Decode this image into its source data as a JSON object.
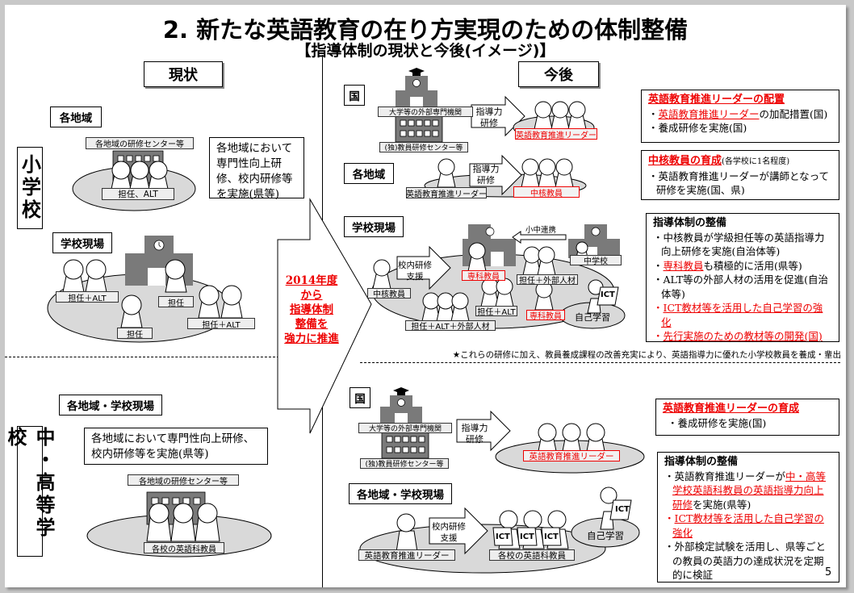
{
  "title": "2. 新たな英語教育の在り方実現のための体制整備",
  "subtitle": "【指導体制の現状と今後(イメージ)】",
  "current_header": "現状",
  "future_header": "今後",
  "elementary_label": "小学校",
  "secondary_label": "中・高等学校",
  "center_arrow": {
    "lines": [
      "2014年度",
      "から",
      "指導体制",
      "整備を",
      "強力に推進"
    ]
  },
  "current": {
    "elementary": {
      "region_label": "各地域",
      "center_tag": "各地域の研修センター等",
      "teachers_tag": "担任、ALT",
      "note": "各地域において専門性向上研修、校内研修等を実施(県等)",
      "school_label": "学校現場",
      "school_tags": [
        "担任＋ALT",
        "担任",
        "担任",
        "担任＋ALT"
      ]
    },
    "secondary": {
      "region_label": "各地域・学校現場",
      "note": "各地域において専門性向上研修、校内研修等を実施(県等)",
      "center_tag": "各地域の研修センター等",
      "teachers_tag": "各校の英語科教員"
    }
  },
  "future": {
    "elementary": {
      "national_label": "国",
      "univ_tag": "大学等の外部専門機関",
      "center_tag": "(独)教員研修センター等",
      "training_arrow": [
        "指導力",
        "研修"
      ],
      "leader_tag": "英語教育推進リーダー",
      "region_label": "各地域",
      "region_leader_tag": "英語教育推進リーダー",
      "core_tag": "中核教員",
      "school_label": "学校現場",
      "link_label": "小中連携",
      "jhs_tag": "中学校",
      "support_arrow": [
        "校内研修",
        "支援"
      ],
      "core_teacher_tag": "中核教員",
      "specialist_tag": "専科教員",
      "homeroom_external_tag": "担任＋外部人材",
      "homeroom_alt_tag": "担任＋ALT",
      "specialist_tag_2": "専科教員",
      "all_tag": "担任＋ALT＋外部人材",
      "ict_label": "ICT",
      "self_study": "自己学習"
    },
    "secondary": {
      "national_label": "国",
      "univ_tag": "大学等の外部専門機関",
      "center_tag": "(独)教員研修センター等",
      "training_arrow": [
        "指導力",
        "研修"
      ],
      "leader_tag": "英語教育推進リーダー",
      "region_label": "各地域・学校現場",
      "support_arrow": [
        "校内研修",
        "支援"
      ],
      "region_leader_tag": "英語教育推進リーダー",
      "teachers_tag": "各校の英語科教員",
      "ict_labels": [
        "ICT",
        "ICT",
        "ICT",
        "ICT"
      ],
      "self_study": "自己学習"
    }
  },
  "info_boxes": {
    "leader_placement": {
      "heading": "英語教育推進リーダーの配置",
      "item1_red": "英語教育推進リーダー",
      "item1_rest": "の加配措置(国)",
      "item2": "養成研修を実施(国)"
    },
    "core_training": {
      "heading": "中核教員の育成",
      "heading_note": "(各学校に1名程度)",
      "item1": "英語教育推進リーダーが講師となって研修を実施(国、県)"
    },
    "elem_system": {
      "heading": "指導体制の整備",
      "item1": "中核教員が学級担任等の英語指導力向上研修を実施(自治体等)",
      "item2_red": "専科教員",
      "item2_rest": "も積極的に活用(県等)",
      "item3": "ALT等の外部人材の活用を促進(自治体等)",
      "item4": "ICT教材等を活用した自己学習の強化",
      "item5": "先行実施のための教材等の開発(国)"
    },
    "leader_training": {
      "heading": "英語教育推進リーダーの育成",
      "item1": "養成研修を実施(国)"
    },
    "sec_system": {
      "heading": "指導体制の整備",
      "item1_pre": "英語教育推進リーダーが",
      "item1_red": "中・高等学校英語科教員の英語指導力向上研修",
      "item1_post": "を実施(県等)",
      "item2": "ICT教材等を活用した自己学習の強化",
      "item3": "外部検定試験を活用し、県等ごとの教員の英語力の達成状況を定期的に検証"
    }
  },
  "footnote": "★これらの研修に加え、教員養成課程の改善充実により、英語指導力に優れた小学校教員を養成・輩出",
  "page_number": "5",
  "colors": {
    "accent_red": "#e00000",
    "building_gray": "#7a7a7a",
    "ellipse_gray": "#d9d9d9"
  }
}
